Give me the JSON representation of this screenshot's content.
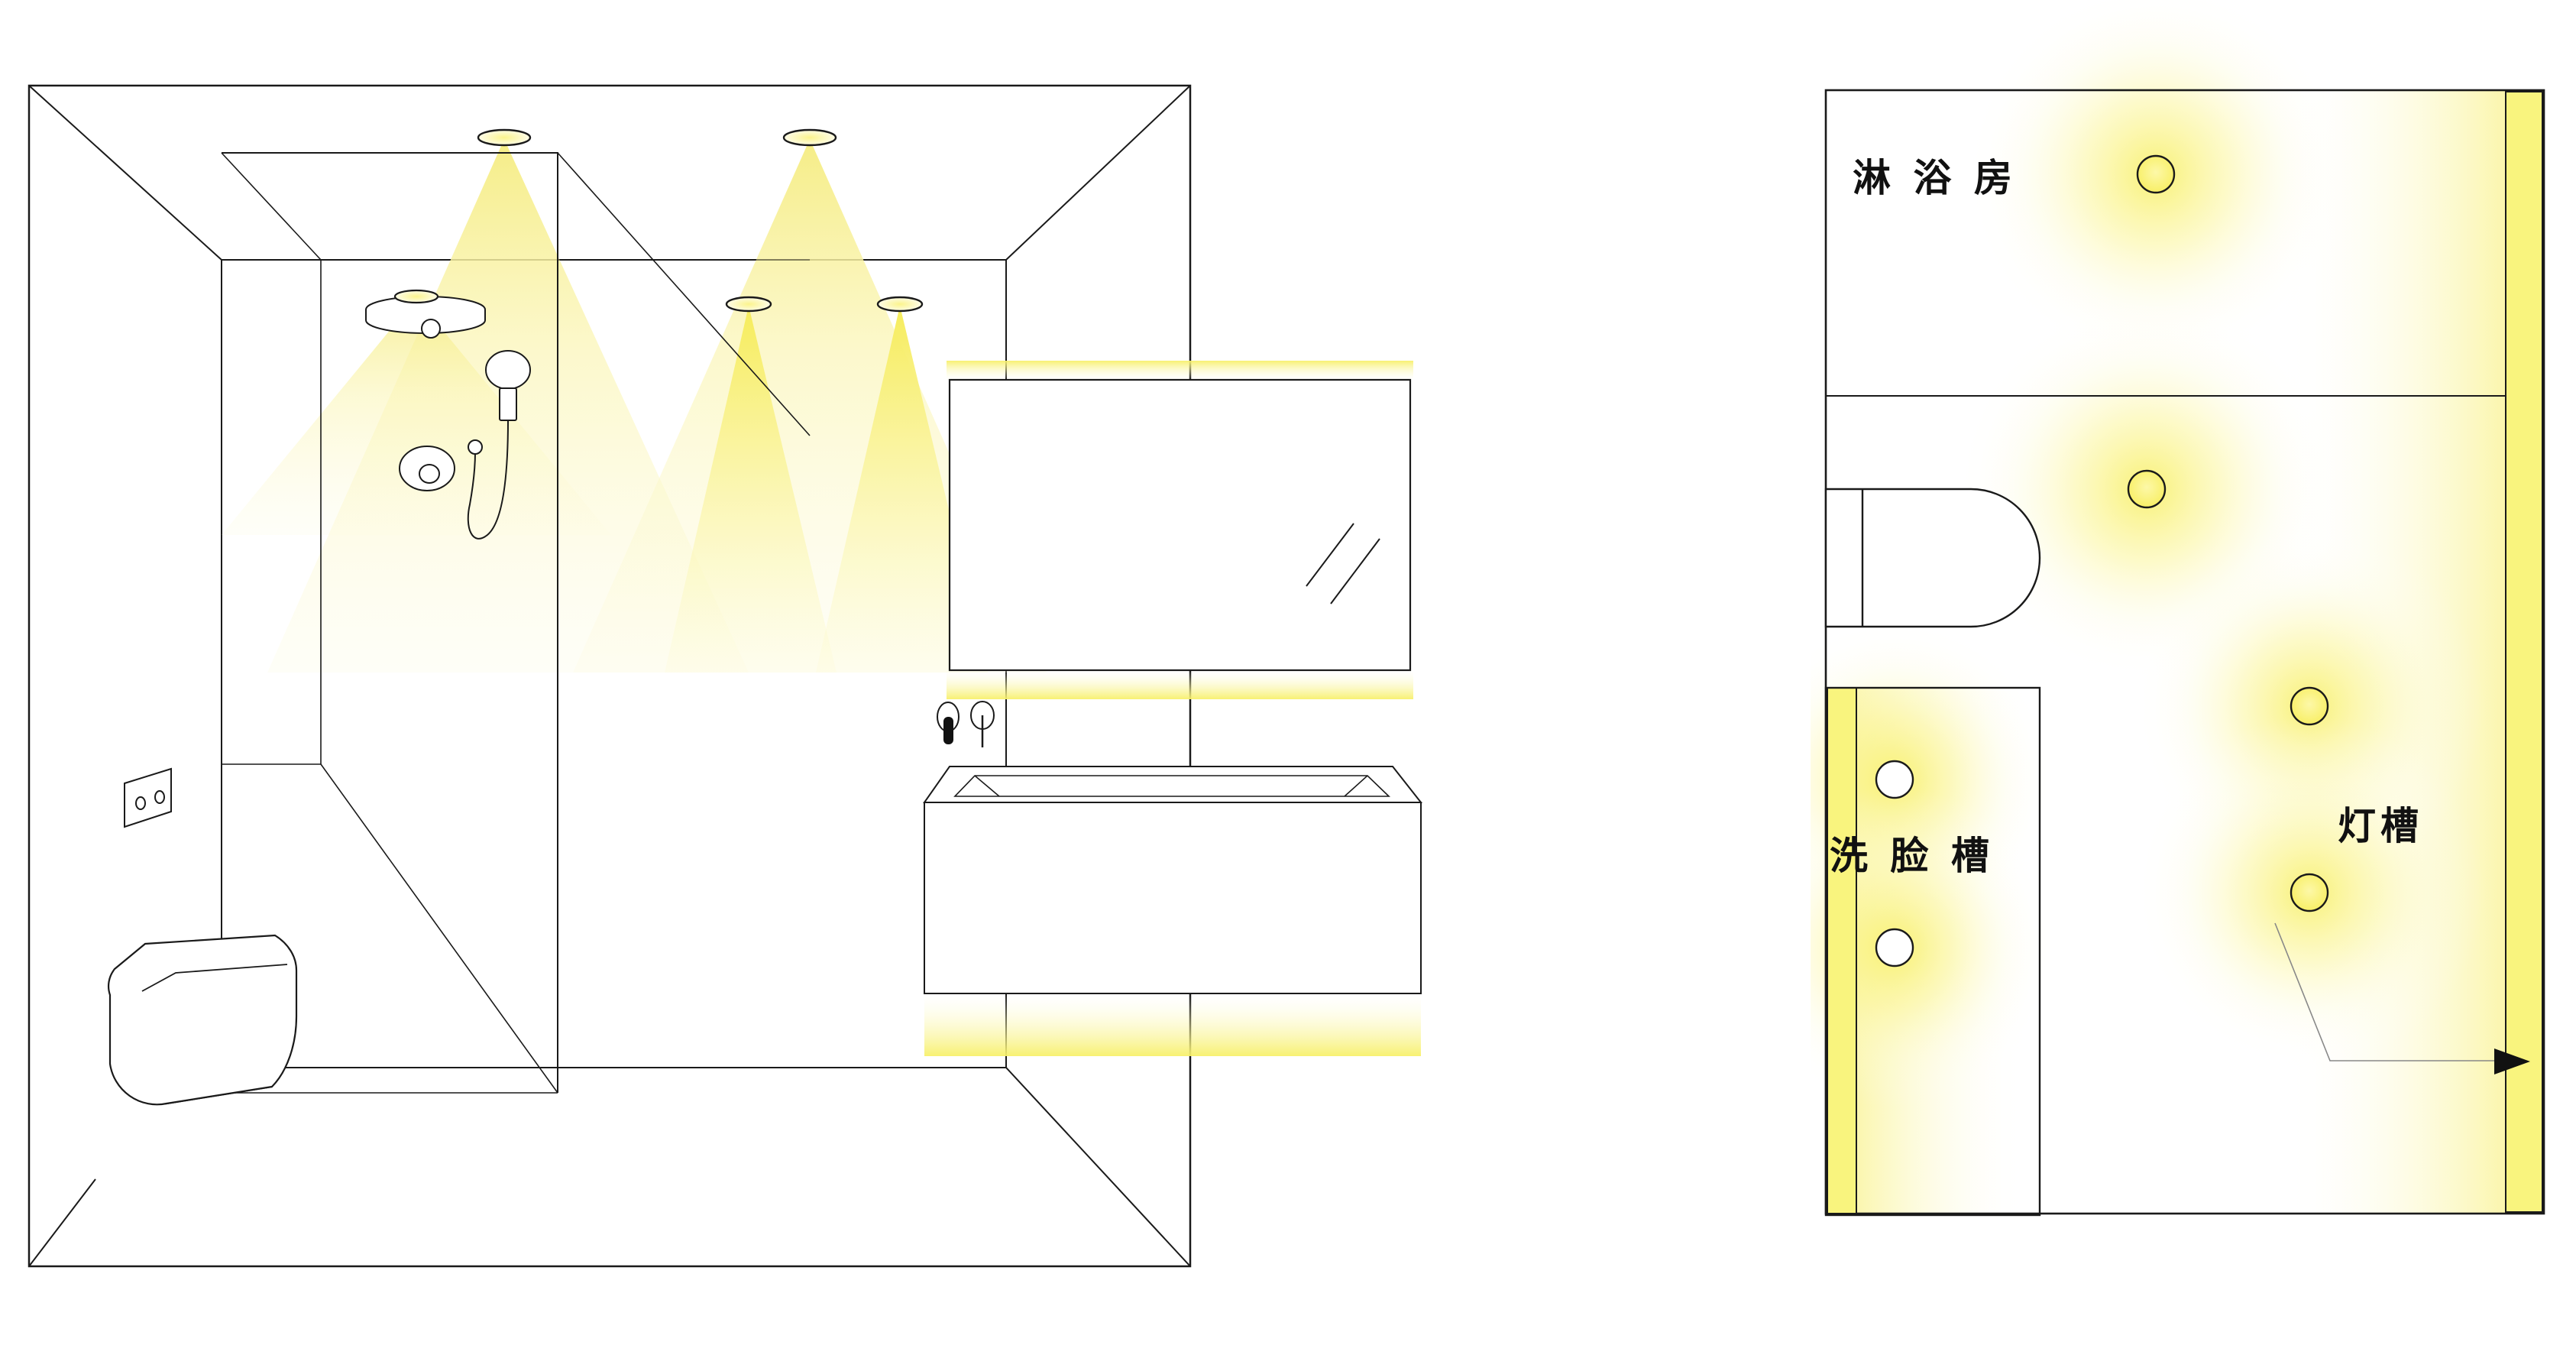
{
  "document": {
    "type": "architectural-lighting-drawing",
    "description": "Bathroom lighting design: interior perspective (left) and reflected ceiling plan (right)",
    "background_color": "#ffffff",
    "line_color": "#1a1a1a"
  },
  "colors": {
    "light_fill": "#faf06e",
    "light_glow": "#fdfbbf",
    "beam_bright": "#f7ef8a",
    "beam_soft": "#fdfbd2",
    "cove_strip": "#f9f47e",
    "outline": "#1a1a1a",
    "thin_line": "#555555"
  },
  "perspective_view": {
    "name": "bathroom-interior-perspective",
    "room": {
      "left_wall": "left-wall",
      "back_wall": "back-wall",
      "right_wall": "right-wall",
      "ceiling": "ceiling",
      "floor": "floor"
    },
    "fixtures": [
      {
        "id": "ceiling-downlight-1",
        "label": "downlight",
        "type": "recessed-downlight",
        "beam": "wide"
      },
      {
        "id": "ceiling-downlight-2",
        "label": "downlight",
        "type": "recessed-downlight",
        "beam": "wide"
      },
      {
        "id": "shower-downlight",
        "label": "downlight",
        "type": "recessed-downlight",
        "beam": "wide"
      },
      {
        "id": "mirror-downlight-left",
        "label": "downlight",
        "type": "recessed-downlight",
        "beam": "narrow"
      },
      {
        "id": "mirror-downlight-right",
        "label": "downlight",
        "type": "recessed-downlight",
        "beam": "narrow"
      }
    ],
    "objects": [
      {
        "id": "shower-enclosure",
        "label": "shower enclosure"
      },
      {
        "id": "rain-shower-head",
        "label": "rain shower head"
      },
      {
        "id": "hand-shower",
        "label": "hand shower with hose"
      },
      {
        "id": "shower-mixer-valve",
        "label": "shower mixer valve"
      },
      {
        "id": "wall-hung-toilet",
        "label": "wall-hung toilet"
      },
      {
        "id": "power-outlet",
        "label": "power outlet"
      },
      {
        "id": "mirror",
        "label": "mirror"
      },
      {
        "id": "vanity-counter",
        "label": "vanity counter / basin"
      },
      {
        "id": "faucet",
        "label": "faucet"
      },
      {
        "id": "mirror-cove-top",
        "label": "mirror top cove light"
      },
      {
        "id": "mirror-cove-bottom",
        "label": "mirror bottom cove light"
      },
      {
        "id": "vanity-toe-kick-light",
        "label": "vanity toe-kick light"
      }
    ]
  },
  "plan_view": {
    "name": "reflected-ceiling-plan",
    "labels": [
      {
        "id": "label-shower-room",
        "text": "淋 浴 房",
        "meaning": "shower room"
      },
      {
        "id": "label-washbasin",
        "text": "洗 脸 槽",
        "meaning": "washbasin"
      },
      {
        "id": "label-light-cove",
        "text": "灯槽",
        "meaning": "light cove / light trough"
      }
    ],
    "light_points": [
      {
        "id": "plan-light-shower",
        "zone": "shower room",
        "symbol": "circle"
      },
      {
        "id": "plan-light-toilet",
        "zone": "toilet area",
        "symbol": "circle"
      },
      {
        "id": "plan-light-basin-top",
        "zone": "washbasin",
        "symbol": "circle"
      },
      {
        "id": "plan-light-basin-bottom",
        "zone": "washbasin",
        "symbol": "circle"
      },
      {
        "id": "plan-light-main-upper",
        "zone": "main area",
        "symbol": "circle"
      },
      {
        "id": "plan-light-main-lower",
        "zone": "main area",
        "symbol": "circle"
      }
    ],
    "cove_strips": [
      {
        "id": "cove-strip-right",
        "orientation": "vertical",
        "position": "right wall"
      },
      {
        "id": "cove-strip-left",
        "orientation": "vertical",
        "position": "washbasin left wall"
      }
    ],
    "leader": {
      "id": "leader-light-cove",
      "points_to": "cove-strip-right",
      "arrowhead": "filled-triangle"
    },
    "plan_objects": [
      {
        "id": "plan-toilet",
        "label": "toilet"
      },
      {
        "id": "plan-washbasin-counter",
        "label": "washbasin counter"
      }
    ]
  }
}
